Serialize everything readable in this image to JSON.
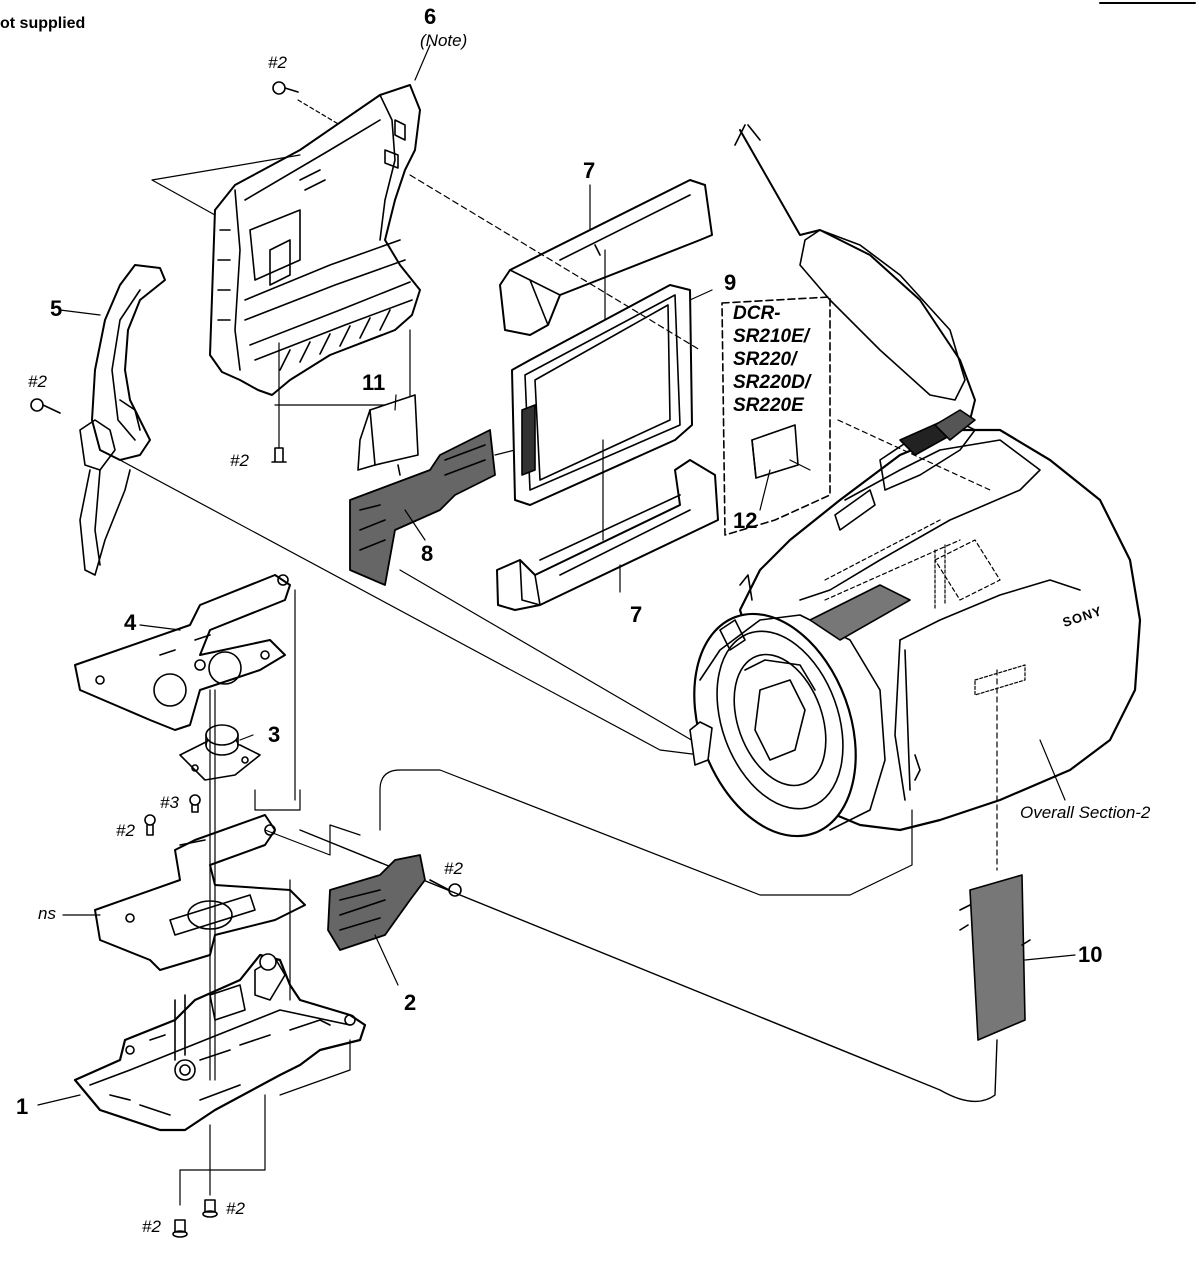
{
  "header": {
    "subtitle": "ot supplied"
  },
  "parts": [
    {
      "ref": "1"
    },
    {
      "ref": "2"
    },
    {
      "ref": "3"
    },
    {
      "ref": "4"
    },
    {
      "ref": "5"
    },
    {
      "ref": "6",
      "note": "(Note)"
    },
    {
      "ref": "7"
    },
    {
      "ref": "8"
    },
    {
      "ref": "9"
    },
    {
      "ref": "10"
    },
    {
      "ref": "11"
    },
    {
      "ref": "12"
    }
  ],
  "screws": {
    "s2": "#2",
    "s3": "#3"
  },
  "ns_label": "ns",
  "variant_box": {
    "lines": [
      "DCR-",
      "SR210E/",
      "SR220/",
      "SR220D/",
      "SR220E"
    ]
  },
  "overall_section_label": "Overall Section-2",
  "brand": "SONY",
  "colors": {
    "line": "#000000",
    "background": "#ffffff"
  }
}
